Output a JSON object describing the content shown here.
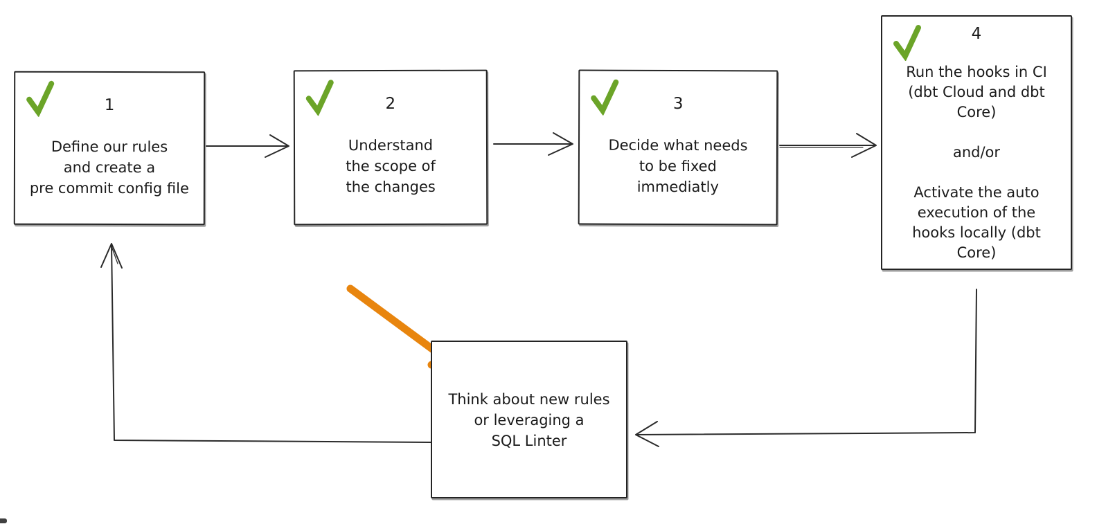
{
  "diagram": {
    "title_hint": "pre-commit hooks workflow",
    "colors": {
      "background": "#FFFFFF",
      "line_black": "#242424",
      "check_green": "#6BA428",
      "arrow_orange": "#E8850E"
    },
    "icons": {
      "check_icon": "✓",
      "arrow_icon": "→"
    },
    "steps": [
      {
        "number": "1",
        "checked": true,
        "text": "Define our rules\nand create a\npre commit config file"
      },
      {
        "number": "2",
        "checked": true,
        "text": "Understand\nthe scope of\nthe changes"
      },
      {
        "number": "3",
        "checked": true,
        "text": "Decide what needs\nto be fixed\nimmediatly"
      },
      {
        "number": "4",
        "checked": true,
        "text": "Run the hooks in CI\n(dbt Cloud and dbt\nCore)\n\nand/or\n\nActivate the auto\nexecution of the\nhooks locally (dbt\nCore)"
      }
    ],
    "feedback_node": {
      "text": "Think about new rules\nor leveraging a\nSQL Linter"
    },
    "connections": [
      {
        "from": "step-1",
        "to": "step-2",
        "style": "thin-black"
      },
      {
        "from": "step-2",
        "to": "step-3",
        "style": "thin-black"
      },
      {
        "from": "step-3",
        "to": "step-4",
        "style": "thin-black"
      },
      {
        "from": "step-4",
        "to": "feedback-node",
        "style": "thin-black-elbow"
      },
      {
        "from": "feedback-node",
        "to": "step-1",
        "style": "thin-black-elbow"
      },
      {
        "from": "offscreen",
        "to": "feedback-node",
        "style": "thick-orange-highlight"
      }
    ]
  }
}
